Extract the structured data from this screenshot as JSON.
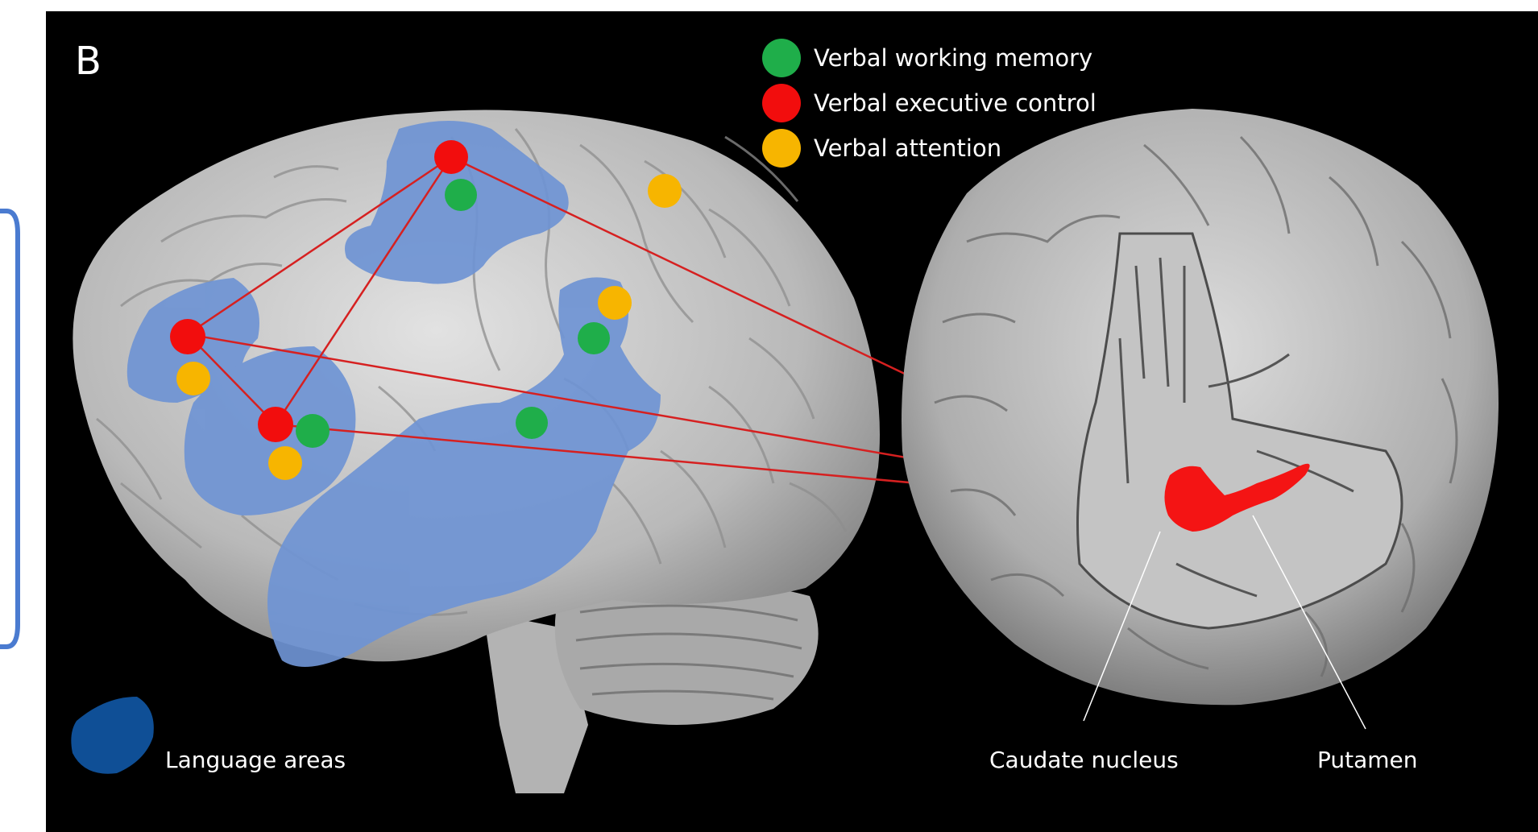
{
  "figure": {
    "panel_letter": "B",
    "colors": {
      "background": "#000000",
      "language_area": "#6f94d4",
      "language_swatch": "#0f4f96",
      "working_memory": "#1fae4a",
      "executive_control": "#f20d0d",
      "attention": "#f7b500",
      "connection_line": "#d62020",
      "side_panel_border": "#4a7bd0"
    },
    "legend": [
      {
        "label": "Verbal working memory",
        "color_key": "working_memory"
      },
      {
        "label": "Verbal executive control",
        "color_key": "executive_control"
      },
      {
        "label": "Verbal attention",
        "color_key": "attention"
      }
    ],
    "language_legend_label": "Language areas",
    "structure_labels": {
      "caudate": "Caudate nucleus",
      "putamen": "Putamen"
    }
  }
}
